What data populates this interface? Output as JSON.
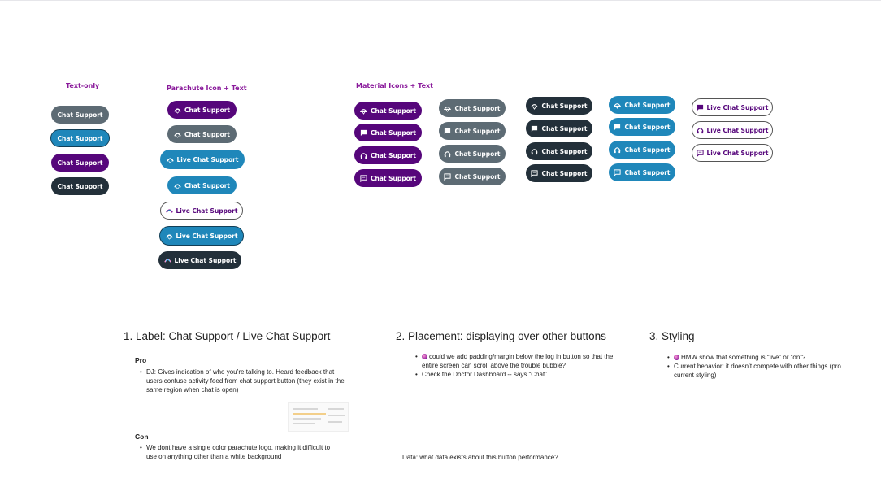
{
  "columns": {
    "text_only": "Text-only",
    "parachute": "Parachute Icon + Text",
    "material": "Material Icons + Text"
  },
  "labels": {
    "chat_support": "Chat Support",
    "live_chat_support": "Live Chat Support"
  },
  "colors": {
    "purple": "#56067b",
    "blue": "#1f87ba",
    "gray": "#5d6b74",
    "dark": "#23303a",
    "title_magenta": "#8a1a9b"
  },
  "icons": [
    "parachute-icon",
    "chat-bubble-icon",
    "headset-icon",
    "chat-outline-icon"
  ],
  "sections": {
    "label": {
      "title": "1. Label: Chat Support / Live Chat Support",
      "pro_heading": "Pro",
      "pro_item": "DJ: Gives indication of who you’re talking to. Heard feedback that users confuse activity feed from chat support button (they exist in the same region when chat is open)",
      "con_heading": "Con",
      "con_item": "We dont have a single color parachute logo, making it difficult to use on anything other than a white background"
    },
    "placement": {
      "title": "2. Placement: displaying over other buttons",
      "item1": "could we add padding/margin below the log in button so that the entire screen can scroll above the trouble bubble?",
      "item2": "Check the Doctor Dashboard -- says “Chat”",
      "data_question": "Data: what data exists about this button performance?"
    },
    "styling": {
      "title": "3. Styling",
      "item1": "HMW show that something is “live” or “on”?",
      "item2": "Current behavior: it doesn’t compete with other things (pro current styling)"
    }
  }
}
